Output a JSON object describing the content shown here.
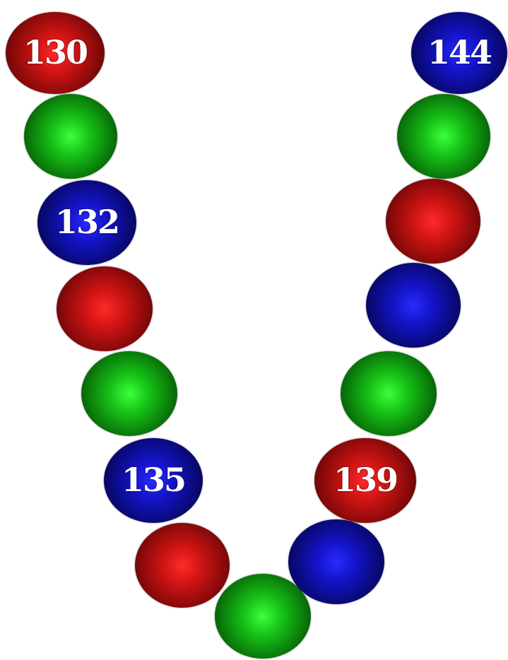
{
  "colors": {
    "red": "#c81010",
    "green": "#12b012",
    "blue": "#1010a8"
  },
  "beads": [
    {
      "id": "130",
      "color": "red",
      "label": "130"
    },
    {
      "id": "131",
      "color": "green",
      "label": ""
    },
    {
      "id": "132",
      "color": "blue",
      "label": "132"
    },
    {
      "id": "133",
      "color": "red",
      "label": ""
    },
    {
      "id": "134",
      "color": "green",
      "label": ""
    },
    {
      "id": "135",
      "color": "blue",
      "label": "135"
    },
    {
      "id": "136",
      "color": "red",
      "label": ""
    },
    {
      "id": "137",
      "color": "green",
      "label": ""
    },
    {
      "id": "138",
      "color": "blue",
      "label": ""
    },
    {
      "id": "139",
      "color": "red",
      "label": "139"
    },
    {
      "id": "140",
      "color": "green",
      "label": ""
    },
    {
      "id": "141",
      "color": "blue",
      "label": ""
    },
    {
      "id": "142",
      "color": "red",
      "label": ""
    },
    {
      "id": "143",
      "color": "green",
      "label": ""
    },
    {
      "id": "144",
      "color": "blue",
      "label": "144"
    }
  ]
}
